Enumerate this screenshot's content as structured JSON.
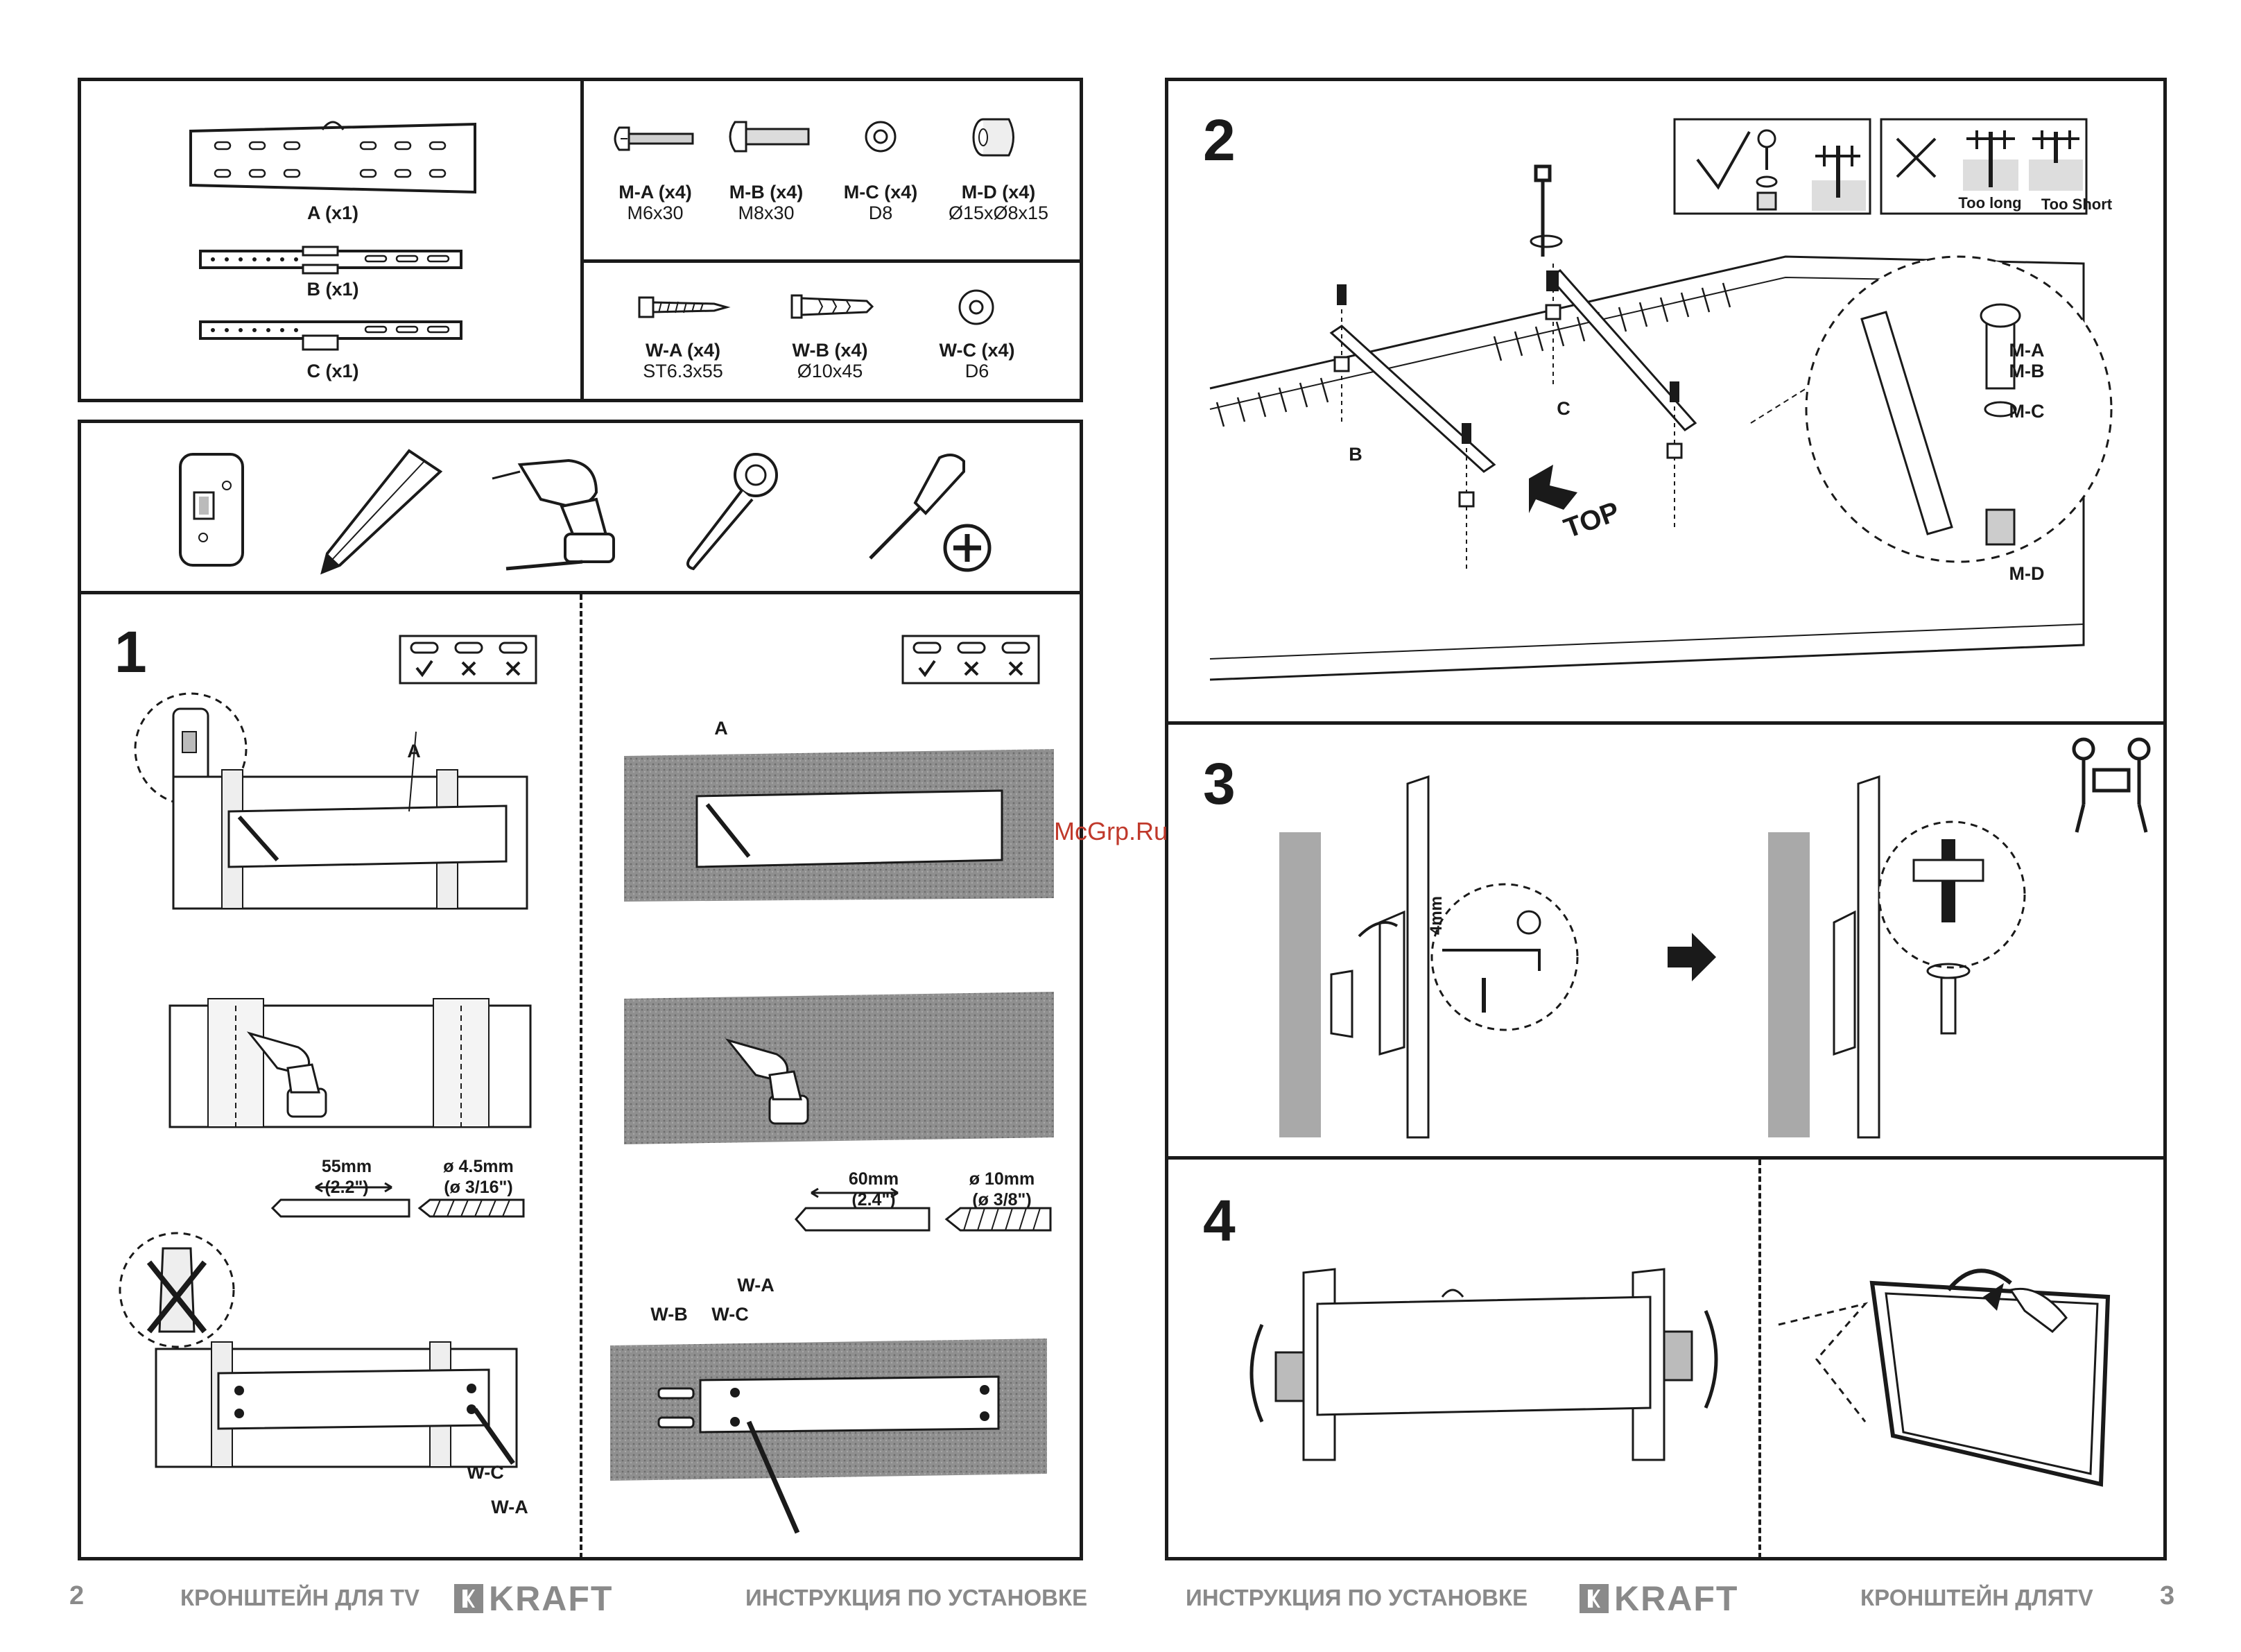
{
  "parts": {
    "bracket": [
      {
        "label": "A (x1)"
      },
      {
        "label": "B (x1)"
      },
      {
        "label": "C (x1)"
      }
    ],
    "tv_hardware": [
      {
        "label": "M-A (x4)",
        "size": "M6x30"
      },
      {
        "label": "M-B (x4)",
        "size": "M8x30"
      },
      {
        "label": "M-C (x4)",
        "size": "D8"
      },
      {
        "label": "M-D (x4)",
        "size": "Ø15xØ8x15"
      }
    ],
    "wall_hardware": [
      {
        "label": "W-A (x4)",
        "size": "ST6.3x55"
      },
      {
        "label": "W-B (x4)",
        "size": "Ø10x45"
      },
      {
        "label": "W-C (x4)",
        "size": "D6"
      }
    ]
  },
  "tools": [
    "stud-finder",
    "pencil",
    "drill",
    "socket-wrench",
    "screwdriver"
  ],
  "step1": {
    "number": "1",
    "wood": {
      "label_a": "A",
      "drill_spacing": "55mm",
      "drill_spacing_in": "(2.2\")",
      "bit": "ø 4.5mm",
      "bit_in": "(ø 3/16\")",
      "label_wc": "W-C",
      "label_wa": "W-A"
    },
    "concrete": {
      "label_a": "A",
      "drill_spacing": "60mm",
      "drill_spacing_in": "(2.4\")",
      "bit": "ø 10mm",
      "bit_in": "(ø 3/8\")",
      "label_wb": "W-B",
      "label_wc": "W-C",
      "label_wa": "W-A"
    }
  },
  "step2": {
    "number": "2",
    "label_b": "B",
    "label_c": "C",
    "top_text": "TOP",
    "too_long": "Too long",
    "too_short": "Too Short",
    "detail_ma": "M-A",
    "detail_mb": "M-B",
    "detail_mc": "M-C",
    "detail_md": "M-D"
  },
  "step3": {
    "number": "3",
    "gap": "4mm"
  },
  "step4": {
    "number": "4"
  },
  "footer": {
    "left_page": "2",
    "left_title": "КРОНШТЕЙН ДЛЯ TV",
    "brand": "KRAFT",
    "left_subtitle": "ИНСТРУКЦИЯ ПО УСТАНОВКЕ",
    "right_subtitle": "ИНСТРУКЦИЯ ПО УСТАНОВКЕ",
    "right_title": "КРОНШТЕЙН ДЛЯTV",
    "right_page": "3"
  },
  "watermark": "McGrp.Ru"
}
